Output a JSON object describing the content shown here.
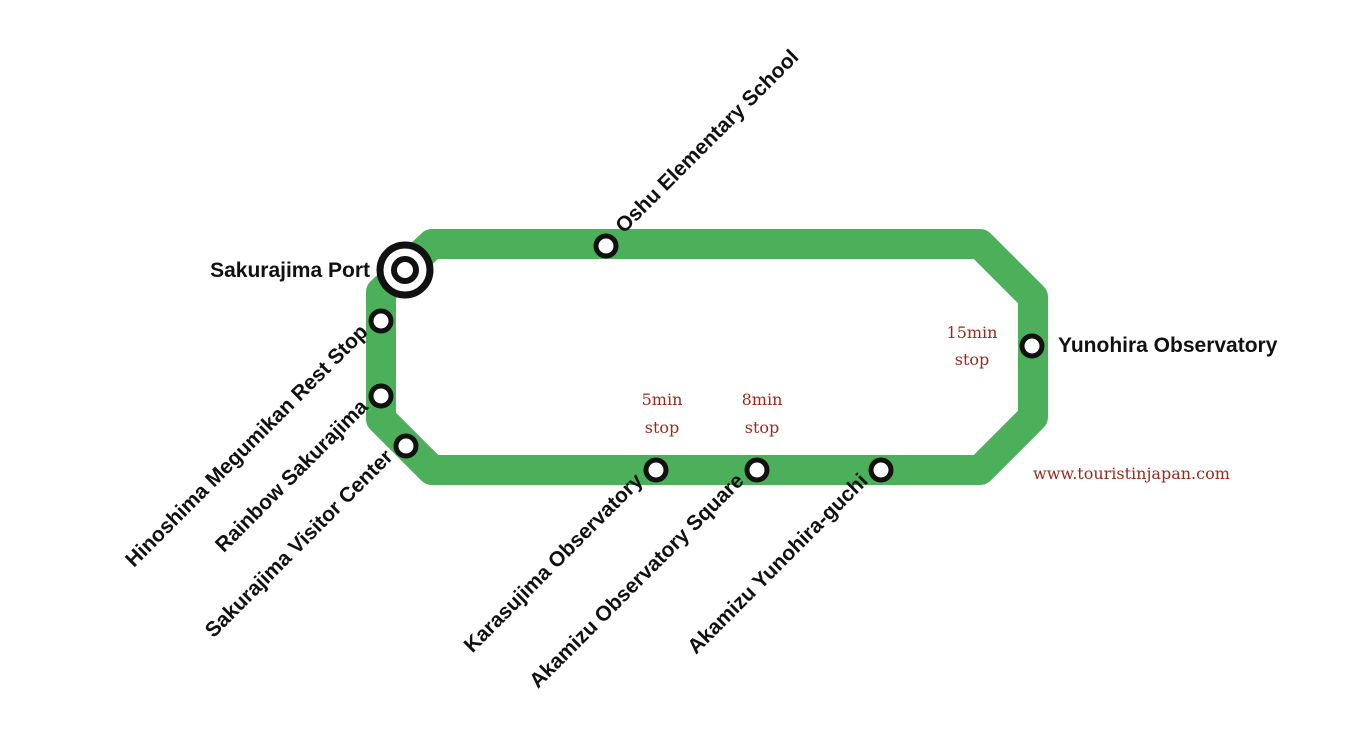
{
  "route": {
    "line_color": "#4caf5a",
    "station_fill": "#ffffff",
    "station_stroke": "#111111"
  },
  "stations": [
    {
      "id": "sakurajima-port",
      "name": "Sakurajima Port",
      "type": "terminal"
    },
    {
      "id": "oshu-elementary-school",
      "name": "Oshu Elementary School",
      "type": "stop"
    },
    {
      "id": "yunohira-observatory",
      "name": "Yunohira Observatory",
      "type": "stop"
    },
    {
      "id": "akamizu-yunohira-guchi",
      "name": "Akamizu Yunohira-guchi",
      "type": "stop"
    },
    {
      "id": "akamizu-observatory-square",
      "name": "Akamizu Observatory Square",
      "type": "stop"
    },
    {
      "id": "karasujima-observatory",
      "name": "Karasujima Observatory",
      "type": "stop"
    },
    {
      "id": "sakurajima-visitor-center",
      "name": "Sakurajima Visitor Center",
      "type": "stop"
    },
    {
      "id": "rainbow-sakurajima",
      "name": "Rainbow Sakurajima",
      "type": "stop"
    },
    {
      "id": "hinoshima-megumikan-rest-stop",
      "name": "Hinoshima Megumikan Rest Stop",
      "type": "stop"
    }
  ],
  "notes": {
    "yunohira": {
      "line1": "15min",
      "line2": "stop"
    },
    "karasujima": {
      "line1": "5min",
      "line2": "stop"
    },
    "akamizu_square": {
      "line1": "8min",
      "line2": "stop"
    }
  },
  "website": "www.touristinjapan.com"
}
